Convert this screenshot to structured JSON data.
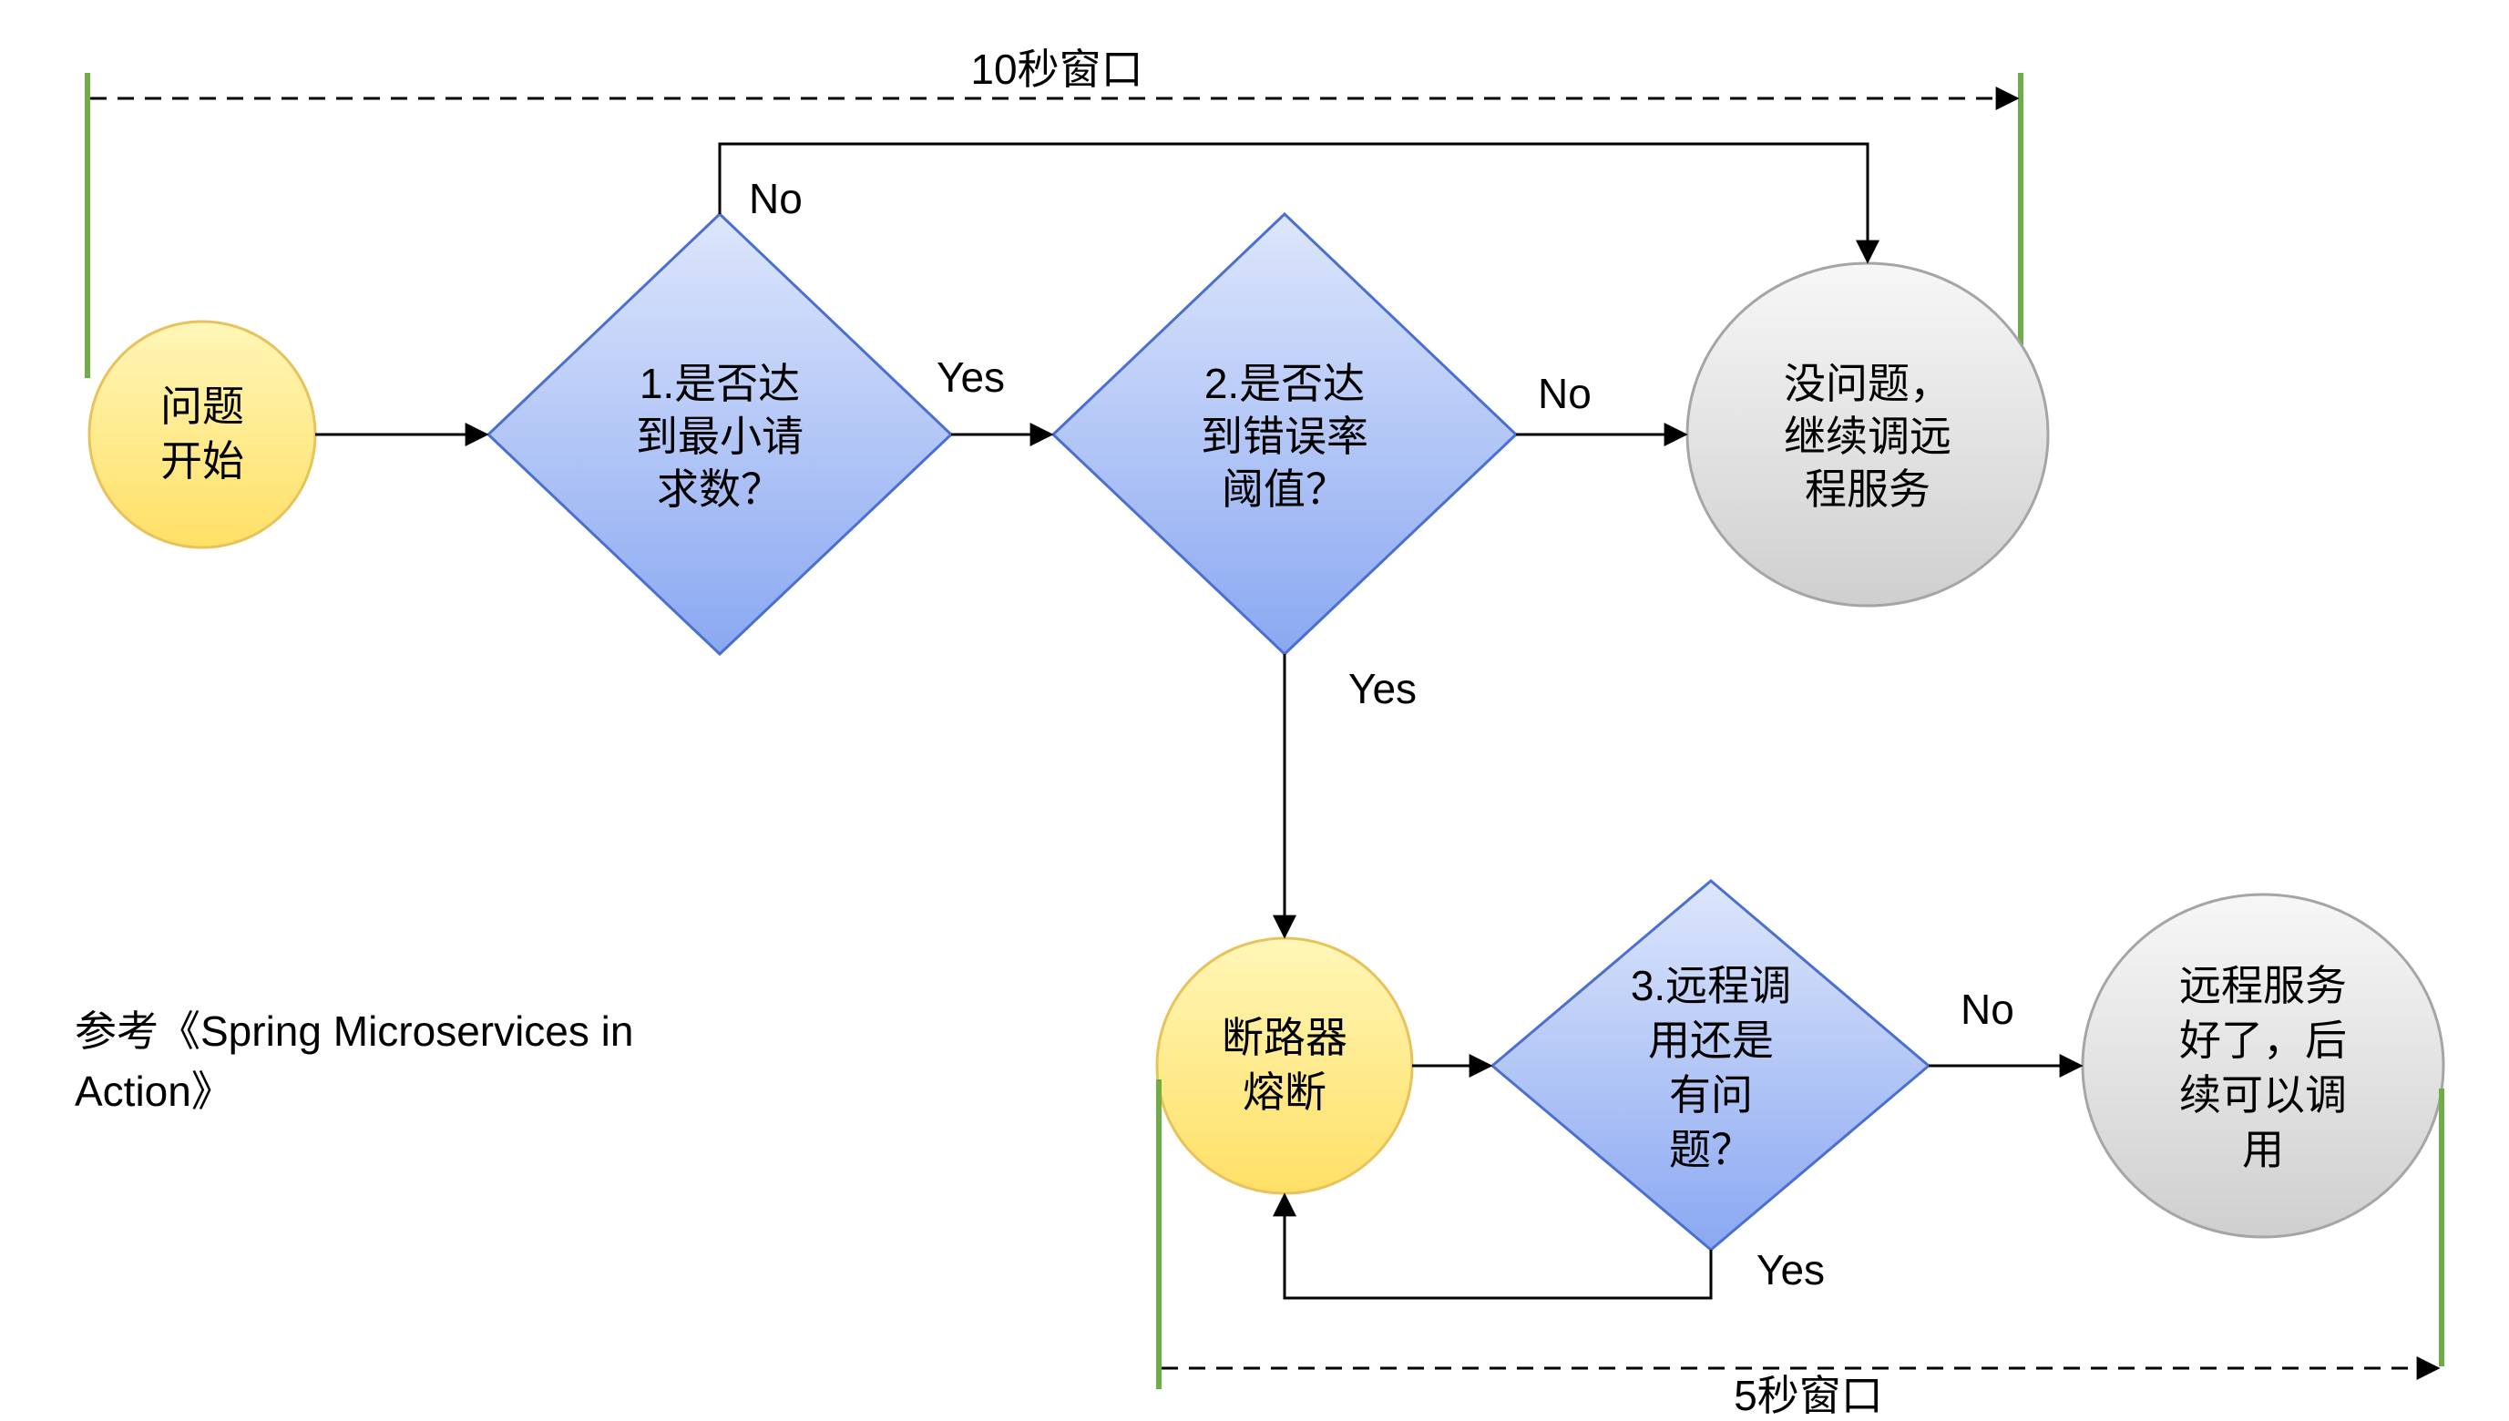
{
  "windows": {
    "ten_second": "10秒窗口",
    "five_second": "5秒窗口"
  },
  "nodes": {
    "start": [
      "问题",
      "开始"
    ],
    "check_min_requests": [
      "1.是否达",
      "到最小请",
      "求数？"
    ],
    "check_error_threshold": [
      "2.是否达",
      "到错误率",
      "阈值？"
    ],
    "ok_continue": [
      "没问题，",
      "继续调远",
      "程服务"
    ],
    "breaker_open": [
      "断路器",
      "熔断"
    ],
    "check_remote_issue": [
      "3.远程调",
      "用还是",
      "有问",
      "题？"
    ],
    "remote_recovered": [
      "远程服务",
      "好了，后",
      "续可以调",
      "用"
    ]
  },
  "edge_labels": {
    "min_requests_no": "No",
    "min_requests_yes": "Yes",
    "error_threshold_no": "No",
    "error_threshold_yes": "Yes",
    "remote_issue_no": "No",
    "remote_issue_yes": "Yes"
  },
  "reference": [
    "参考《Spring Microservices in",
    "Action》"
  ],
  "colors": {
    "start_fill_top": "#FFF6B8",
    "start_fill_bottom": "#FFE066",
    "start_stroke": "#E8C25A",
    "decision_fill_top": "#DDE6FB",
    "decision_fill_bottom": "#8AA8F2",
    "decision_stroke": "#4A6FD0",
    "end_fill_top": "#F7F7F7",
    "end_fill_bottom": "#CFCFCF",
    "end_stroke": "#A5A5A5",
    "window_bar": "#70AD47",
    "line": "#000000"
  }
}
